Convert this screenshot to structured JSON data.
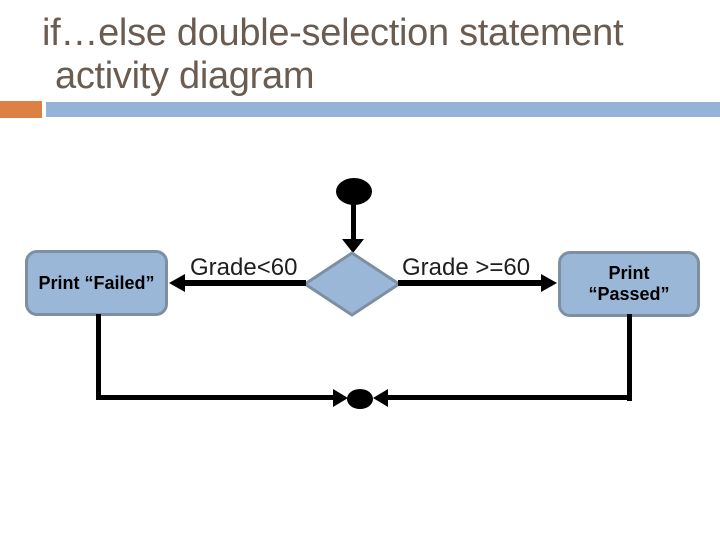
{
  "slide": {
    "title_line1": "if…else double-selection statement",
    "title_line2": "activity diagram"
  },
  "diagram": {
    "start_node_type": "initial-node-filled-circle",
    "decision_node_type": "diamond",
    "merge_node_type": "merge-node-filled-circle",
    "branch_left_label": "Grade<60",
    "branch_right_label": "Grade >=60",
    "action_left_label": "Print “Failed”",
    "action_right_label": "Print\n“Passed”"
  },
  "colors": {
    "title-color": "#6b5c52",
    "accent-orange": "#dc8044",
    "accent-blue": "#95b3d7",
    "shape-fill": "#9bb7d7",
    "shape-border": "#7d8fa0",
    "line-black": "#000000",
    "label-color": "#1e1e1e"
  }
}
